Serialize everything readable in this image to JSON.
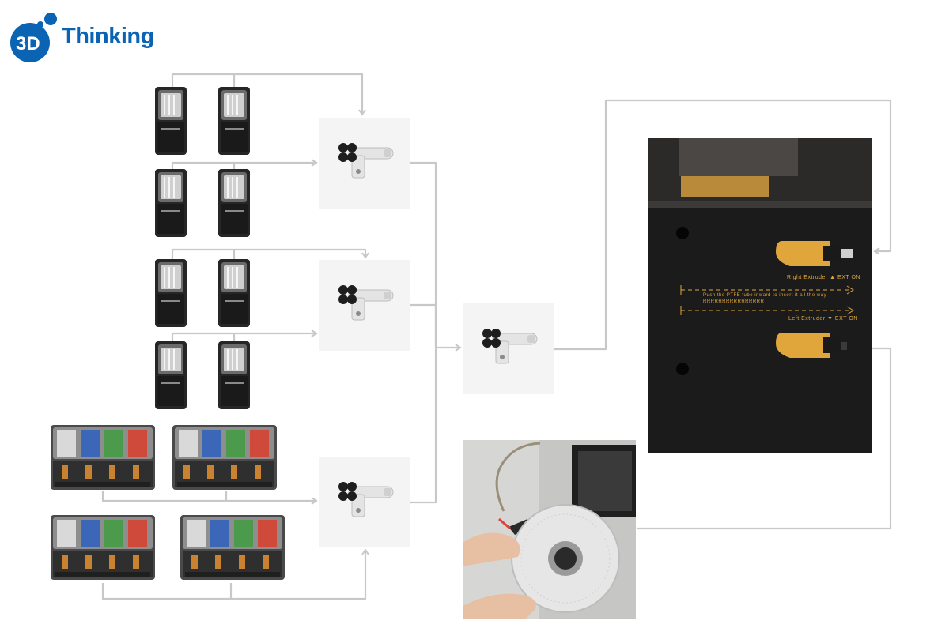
{
  "brand": {
    "name": "Thinking",
    "prefix": "3D"
  },
  "colors": {
    "brand_blue": "#0b63b4",
    "wire": "#c8c8c8",
    "orange": "#e0a63b",
    "panel_black": "#1b1b1b"
  },
  "panel": {
    "upper_label": "Right Extruder ▲ EXT ON",
    "middle_line_1": "Push the PTFE tube inward to insert it all the way",
    "middle_line_2": "RRRRRRRRRRRRRRRR",
    "lower_label": "Left Extruder ▼ EXT ON"
  },
  "icons": [
    "filament-hub-icon",
    "dryer-icon",
    "ams-icon",
    "extruder-port-icon"
  ]
}
